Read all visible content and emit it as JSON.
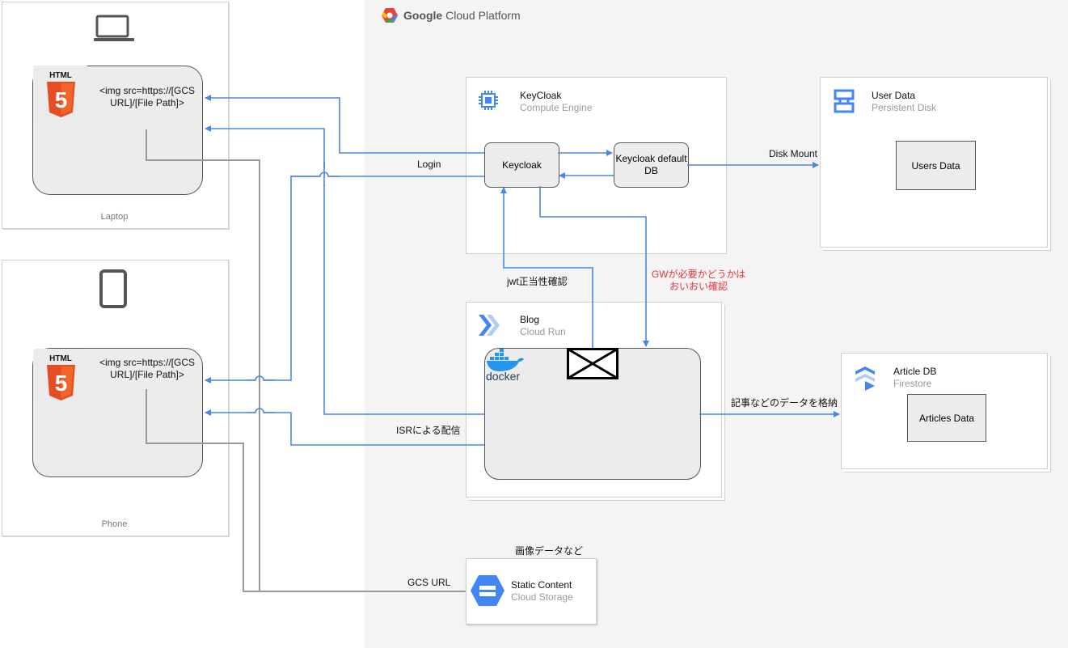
{
  "gcp": {
    "brand_bold": "Google",
    "brand_rest": "Cloud Platform"
  },
  "laptop": {
    "caption": "Laptop",
    "img_text": "<img src=https://[GCS URL]/[File Path]>",
    "html_label": "HTML"
  },
  "phone": {
    "caption": "Phone",
    "img_text": "<img src=https://[GCS URL]/[File Path]>",
    "html_label": "HTML"
  },
  "keycloak_group": {
    "title": "KeyCloak",
    "subtitle": "Compute Engine",
    "node": "Keycloak",
    "db": "Keycloak default DB"
  },
  "user_data": {
    "title": "User Data",
    "subtitle": "Persistent Disk",
    "inner": "Users Data"
  },
  "blog": {
    "title": "Blog",
    "subtitle": "Cloud Run",
    "docker_label": "docker"
  },
  "article_db": {
    "title": "Article DB",
    "subtitle": "Firestore",
    "inner": "Articles Data"
  },
  "static_content": {
    "title": "Static Content",
    "subtitle": "Cloud Storage",
    "note": "画像データなど"
  },
  "edges": {
    "login": "Login",
    "disk_mount": "Disk Mount",
    "jwt": "jwt正当性確認",
    "gw_note": "GWが必要かどうかは\nおいおい確認",
    "isr": "ISRによる配信",
    "article_store": "記事などのデータを格納",
    "gcs_url": "GCS URL"
  },
  "colors": {
    "blue_line": "#4a86e8",
    "gray_line": "#999999",
    "red_note": "#e0353b",
    "html5_orange": "#e44d26"
  }
}
